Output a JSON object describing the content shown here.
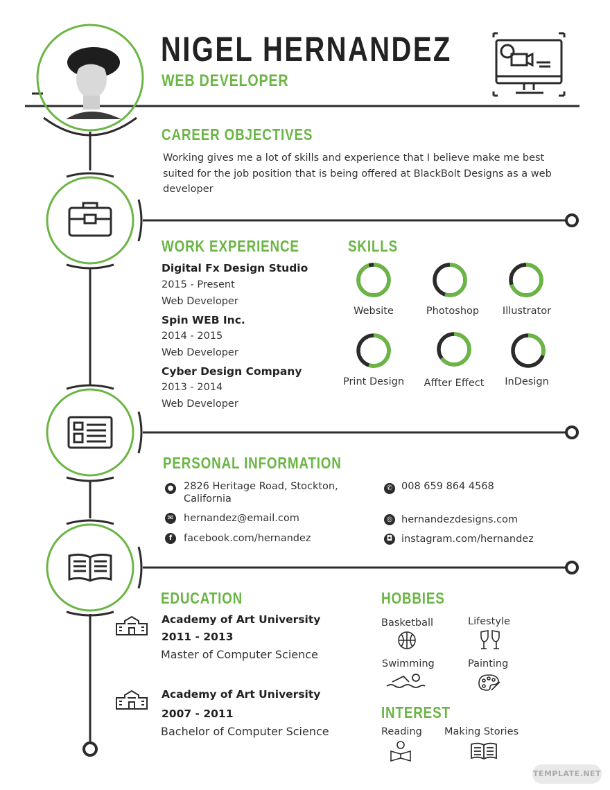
{
  "header": {
    "name": "NIGEL HERNANDEZ",
    "title": "WEB DEVELOPER"
  },
  "career": {
    "heading": "CAREER OBJECTIVES",
    "text": "Working gives me a lot of skills and experience that I believe make me best suited for the job position that is being offered at BlackBolt Designs as a web developer"
  },
  "work": {
    "heading": "WORK EXPERIENCE",
    "items": [
      {
        "company": "Digital Fx Design Studio",
        "years": "2015 - Present",
        "role": "Web Developer"
      },
      {
        "company": "Spin WEB Inc.",
        "years": "2014 - 2015",
        "role": "Web Developer"
      },
      {
        "company": "Cyber Design Company",
        "years": "2013 - 2014",
        "role": "Web Developer"
      }
    ]
  },
  "skills": {
    "heading": "SKILLS",
    "items": [
      {
        "label": "Website",
        "level": 0.95
      },
      {
        "label": "Photoshop",
        "level": 0.55
      },
      {
        "label": "Illustrator",
        "level": 0.7
      },
      {
        "label": "Print Design",
        "level": 0.55
      },
      {
        "label": "Affter Effect",
        "level": 0.65
      },
      {
        "label": "InDesign",
        "level": 0.3
      }
    ]
  },
  "personal": {
    "heading": "PERSONAL INFORMATION",
    "address_line1": "2826 Heritage Road, Stockton,",
    "address_line2": "California",
    "phone": "008 659 864 4568",
    "email": "hernandez@email.com",
    "website": "hernandezdesigns.com",
    "facebook": "facebook.com/hernandez",
    "instagram": "instagram.com/hernandez"
  },
  "education": {
    "heading": "EDUCATION",
    "items": [
      {
        "school": "Academy of Art University",
        "years": "2011 - 2013",
        "degree": "Master of Computer Science"
      },
      {
        "school": "Academy of Art University",
        "years": "2007 - 2011",
        "degree": "Bachelor of Computer Science"
      }
    ]
  },
  "hobbies": {
    "heading": "HOBBIES",
    "items": [
      "Basketball",
      "Lifestyle",
      "Swimming",
      "Painting"
    ]
  },
  "interest": {
    "heading": "INTEREST",
    "items": [
      "Reading",
      "Making Stories"
    ]
  },
  "watermark": "TEMPLATE.NET",
  "colors": {
    "accent": "#6ab544",
    "dark": "#2b2b2b"
  }
}
